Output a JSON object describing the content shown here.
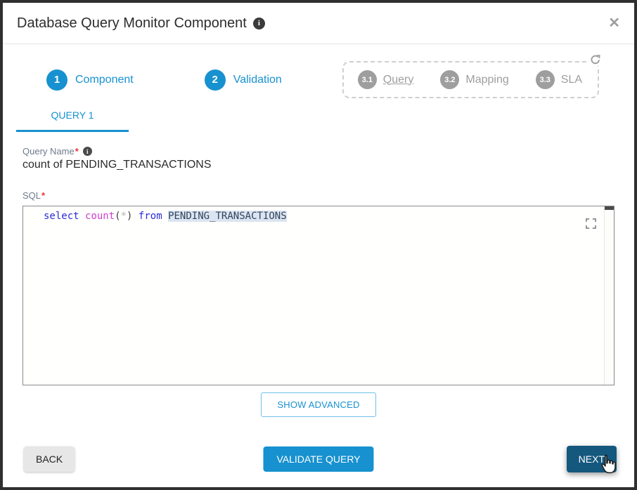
{
  "modal": {
    "title": "Database Query Monitor Component",
    "close_glyph": "✕"
  },
  "steps": {
    "step1": {
      "num": "1",
      "label": "Component"
    },
    "step2": {
      "num": "2",
      "label": "Validation"
    },
    "sub": [
      {
        "num": "3.1",
        "label": "Query"
      },
      {
        "num": "3.2",
        "label": "Mapping"
      },
      {
        "num": "3.3",
        "label": "SLA"
      }
    ]
  },
  "tabs": {
    "query1": "QUERY 1"
  },
  "form": {
    "query_name": {
      "label": "Query Name",
      "required_mark": "*",
      "info_glyph": "i",
      "value": "count of PENDING_TRANSACTIONS"
    },
    "sql": {
      "label": "SQL",
      "required_mark": "*",
      "code": {
        "kw1": "select",
        "fn": "count",
        "paren_open": "(",
        "star": "*",
        "paren_close": ")",
        "kw2": "from",
        "table": "PENDING_TRANSACTIONS"
      }
    }
  },
  "buttons": {
    "show_advanced": "SHOW ADVANCED",
    "back": "BACK",
    "validate": "VALIDATE QUERY",
    "next": "NEXT"
  },
  "icons": {
    "title_info": "info-icon",
    "refresh": "refresh-icon",
    "expand": "fullscreen-expand-icon",
    "cursor": "hand-cursor"
  },
  "colors": {
    "accent_blue": "#1791cf",
    "next_button_blue": "#14587e",
    "inactive_step_gray": "#9e9e9e",
    "code_keyword": "#2b2bd6",
    "code_function": "#cd3fcd",
    "code_table_bg": "#dbe5f1",
    "required_red": "#e53535",
    "modal_border": "#2f2f2f"
  }
}
